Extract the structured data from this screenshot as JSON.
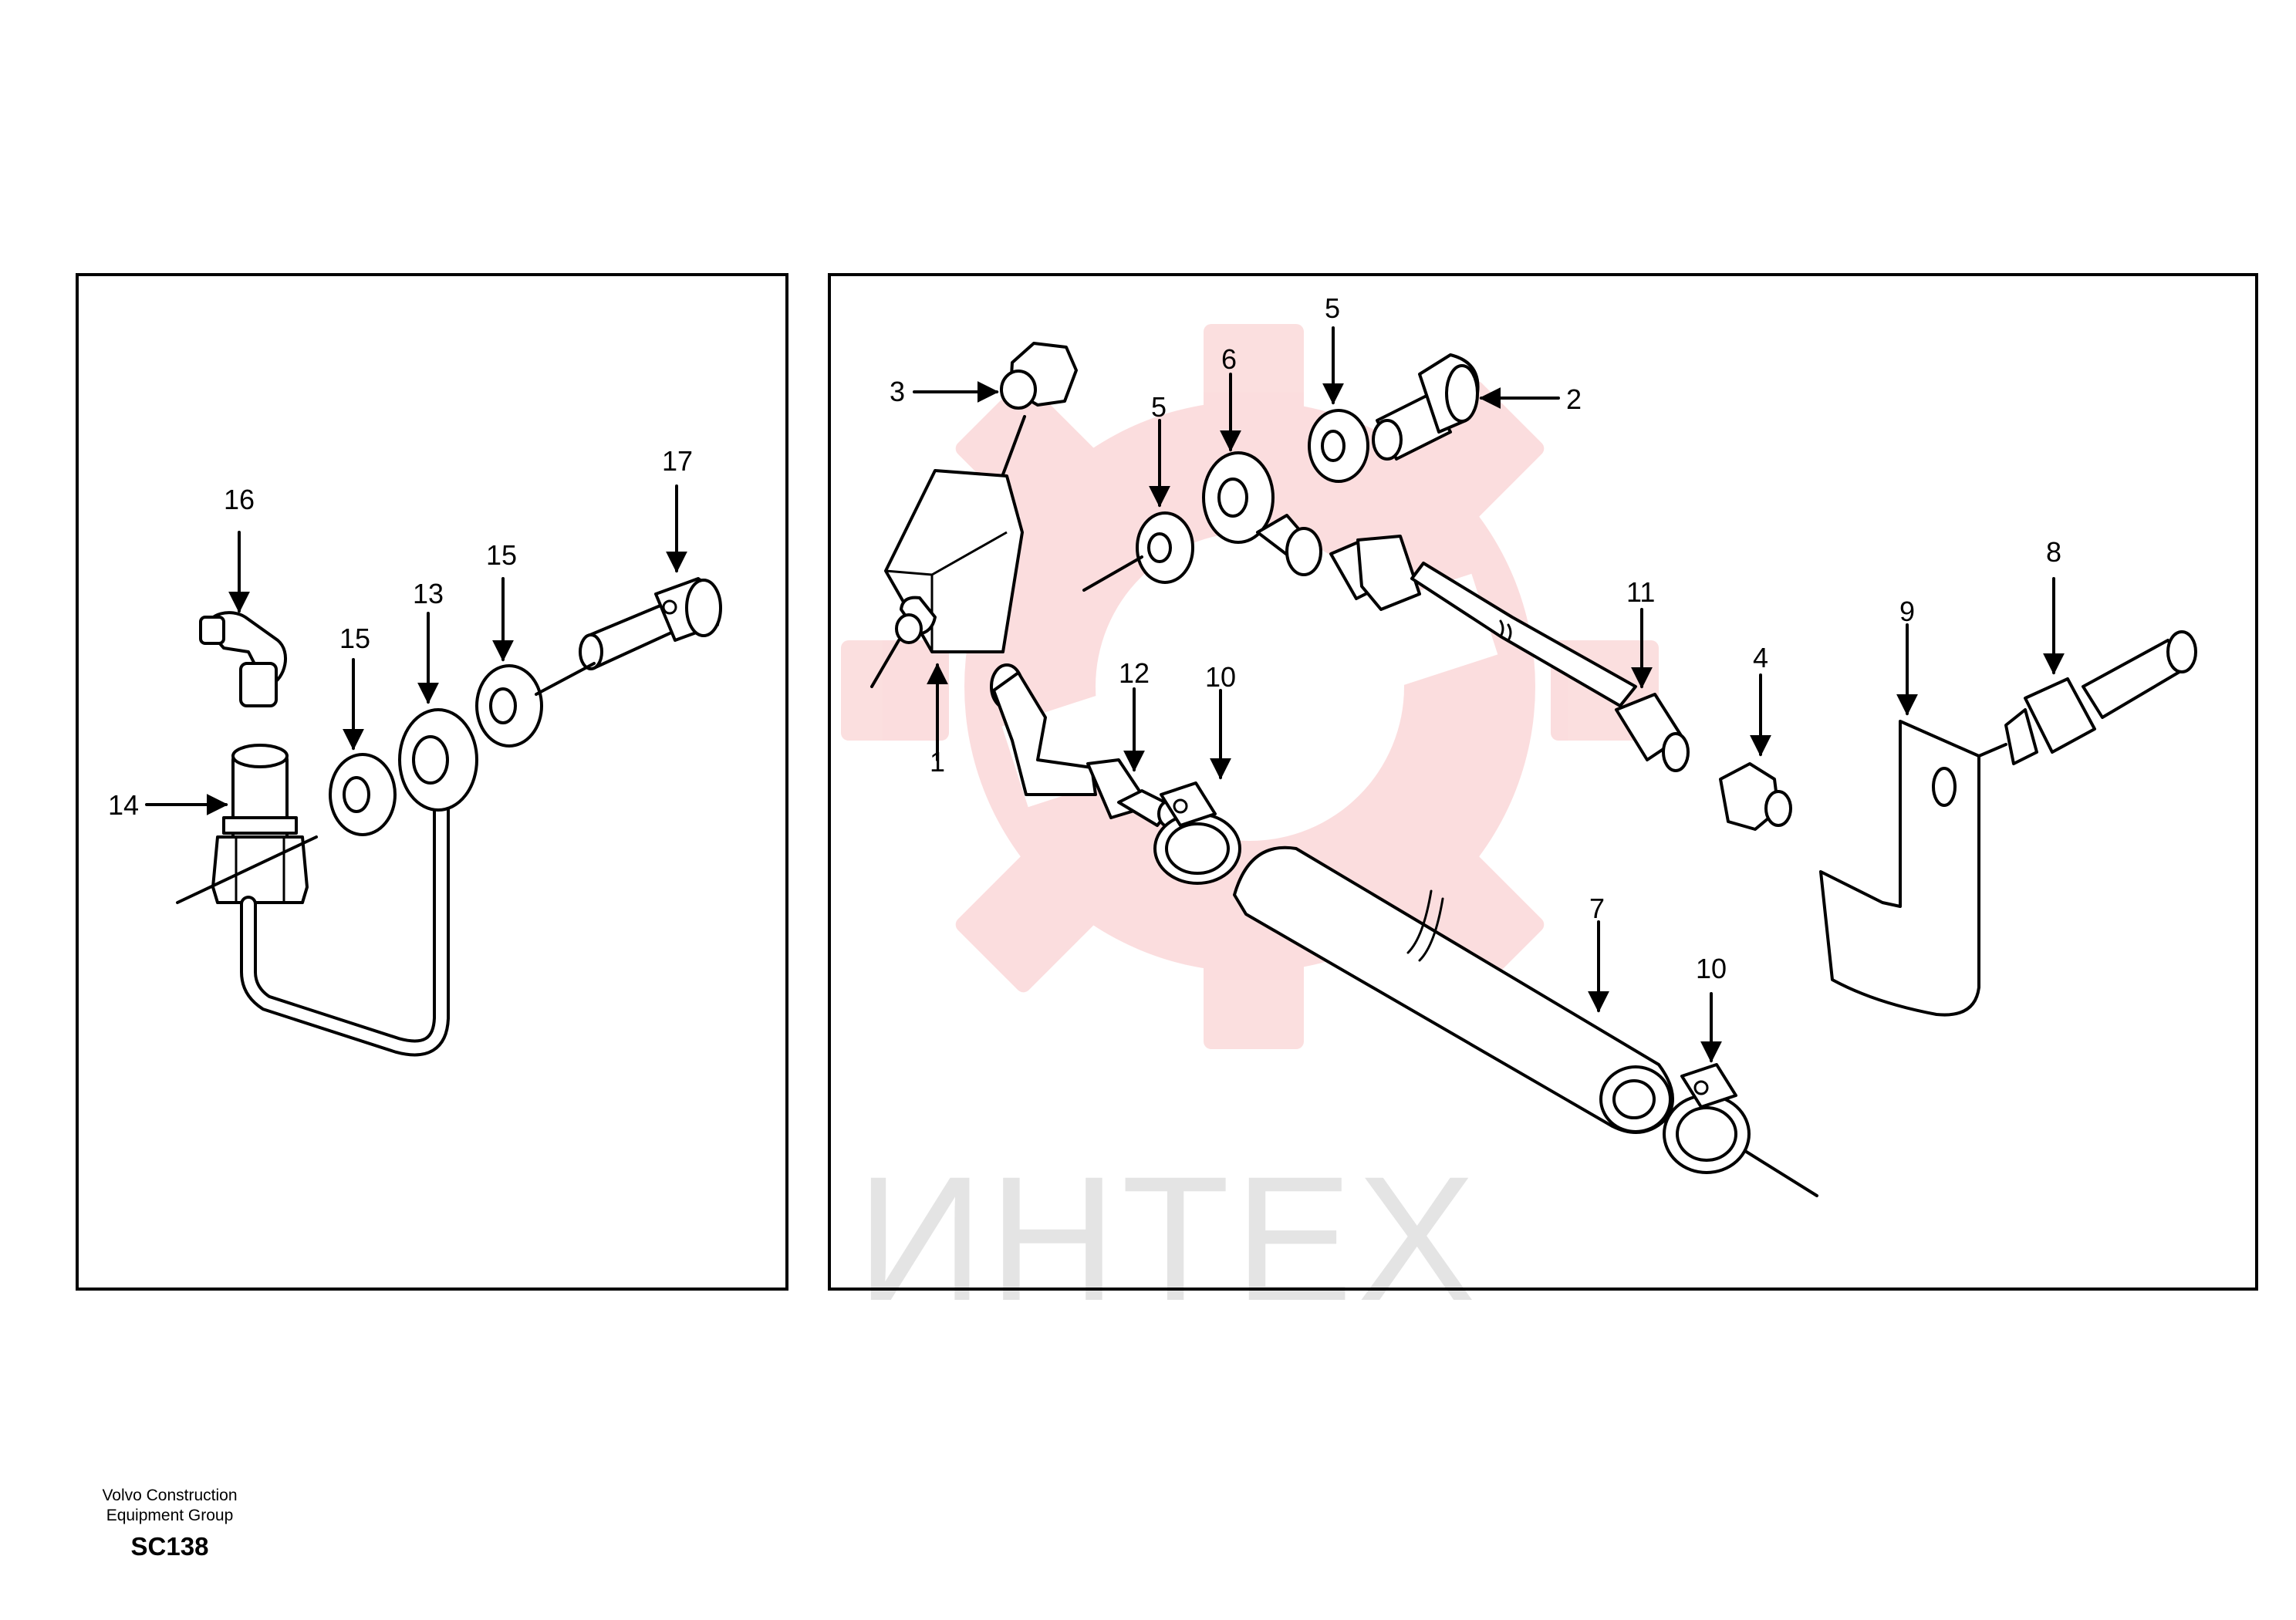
{
  "watermark": {
    "text": "ИНТЕХ",
    "color": "#e8353a"
  },
  "footer": {
    "line1": "Volvo Construction",
    "line2": "Equipment Group",
    "code": "SC138"
  },
  "callouts": {
    "c1": "1",
    "c2": "2",
    "c3": "3",
    "c4": "4",
    "c5a": "5",
    "c5b": "5",
    "c6": "6",
    "c7": "7",
    "c8": "8",
    "c9": "9",
    "c10a": "10",
    "c10b": "10",
    "c11": "11",
    "c12": "12",
    "c13": "13",
    "c14": "14",
    "c15a": "15",
    "c15b": "15",
    "c16": "16",
    "c17": "17"
  },
  "parts_left_panel": [
    "13",
    "14",
    "15",
    "15",
    "16",
    "17"
  ],
  "parts_right_panel": [
    "1",
    "2",
    "3",
    "4",
    "5",
    "5",
    "6",
    "7",
    "8",
    "9",
    "10",
    "10",
    "11",
    "12"
  ]
}
